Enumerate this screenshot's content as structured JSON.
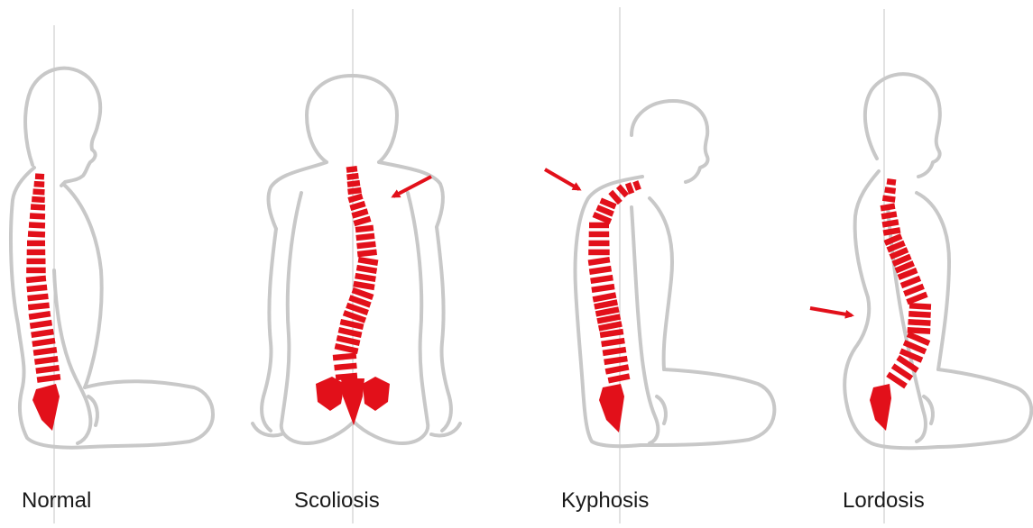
{
  "colors": {
    "spine_red": "#e2101a",
    "body_outline": "#c8c8c8",
    "guide_line": "#c4c4c4",
    "caption_text": "#1a1a1a"
  },
  "figures": [
    {
      "id": "normal",
      "label": "Normal",
      "view": "side",
      "arrow": false
    },
    {
      "id": "scoliosis",
      "label": "Scoliosis",
      "view": "back",
      "arrow": true
    },
    {
      "id": "kyphosis",
      "label": "Kyphosis",
      "view": "side",
      "arrow": true
    },
    {
      "id": "lordosis",
      "label": "Lordosis",
      "view": "side",
      "arrow": true
    }
  ]
}
